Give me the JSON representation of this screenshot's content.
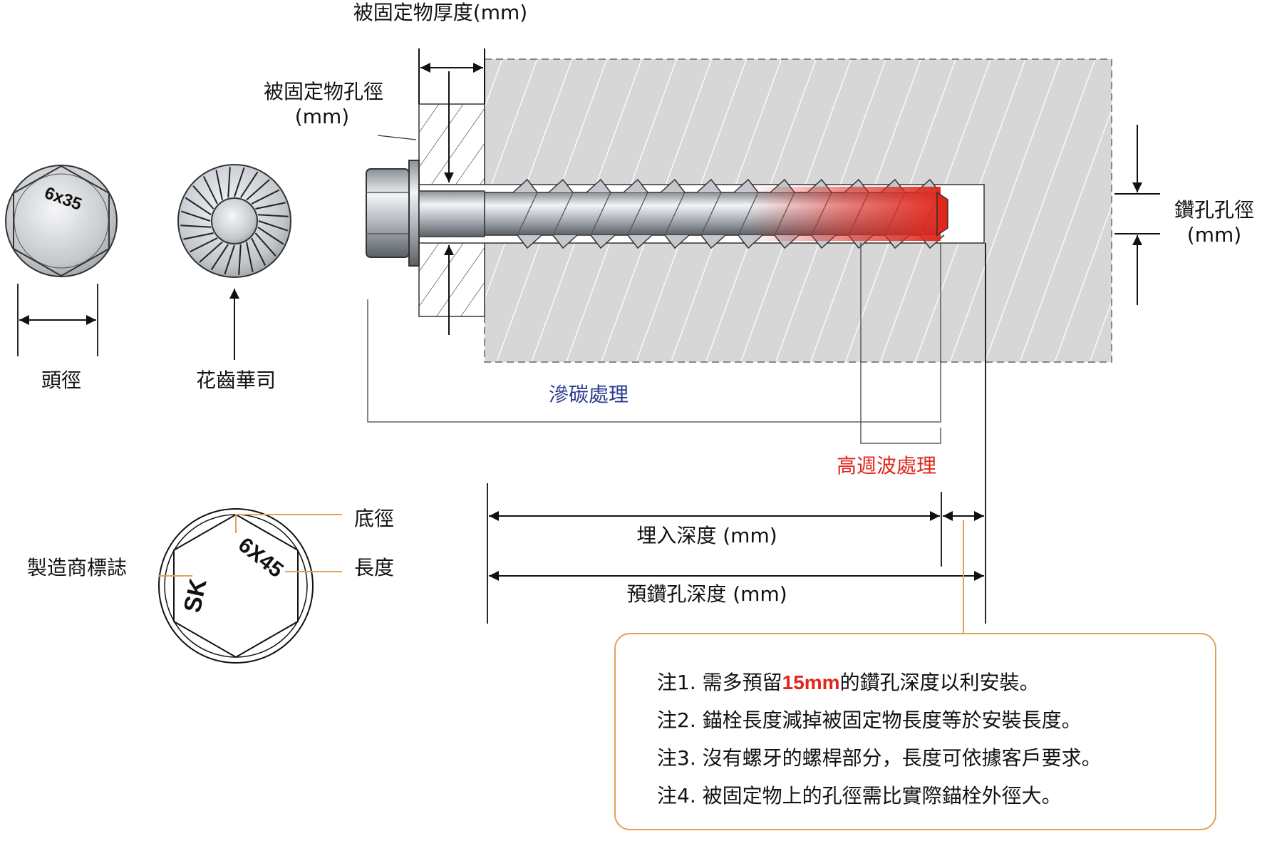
{
  "labels": {
    "fixture_thickness": "被固定物厚度(mm)",
    "fixture_hole_dia": "被固定物孔徑",
    "fixture_hole_unit": "(mm)",
    "head_dia": "頭徑",
    "serrated_washer": "花齒華司",
    "drill_hole_dia": "鑽孔孔徑",
    "drill_hole_unit": "(mm)",
    "carburizing": "滲碳處理",
    "induction": "高週波處理",
    "embed_depth": "埋入深度 (mm)",
    "predrill_depth": "預鑽孔深度 (mm)",
    "base_dia": "底徑",
    "length": "長度",
    "maker_mark": "製造商標誌"
  },
  "head_marks": {
    "top_small": "6x35",
    "bottom_maker": "SK",
    "bottom_size": "6X45"
  },
  "notes": [
    {
      "prefix": "注1. 需多預留",
      "highlight": "15mm",
      "suffix": "的鑽孔深度以利安裝。"
    },
    {
      "prefix": "注2. 錨栓長度減掉被固定物長度等於安裝長度。",
      "highlight": "",
      "suffix": ""
    },
    {
      "prefix": "注3. 沒有螺牙的螺桿部分，長度可依據客戶要求。",
      "highlight": "",
      "suffix": ""
    },
    {
      "prefix": "注4. 被固定物上的孔徑需比實際錨栓外徑大。",
      "highlight": "",
      "suffix": ""
    }
  ],
  "colors": {
    "concrete": "#d7d7d7",
    "hatch": "#ffffff",
    "carburizing_text": "#2b3a8f",
    "induction_text": "#e1261c",
    "note_border": "#e0a25a",
    "leader_orange": "#e0a25a"
  }
}
